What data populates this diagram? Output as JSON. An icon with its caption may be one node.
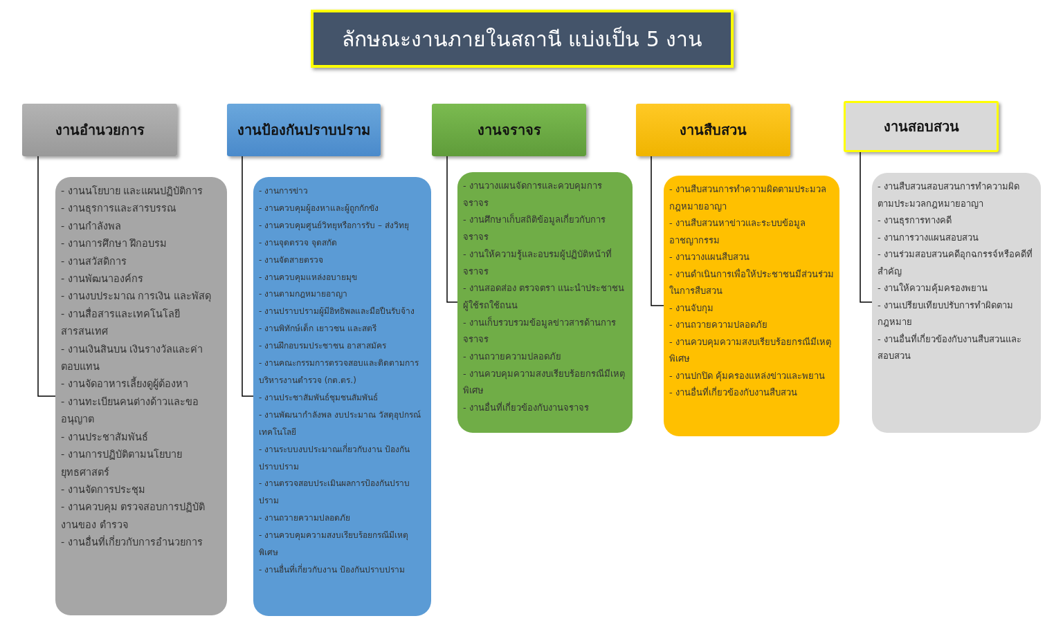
{
  "diagram": {
    "title": "ลักษณะงานภายในสถานี แบ่งเป็น 5 งาน",
    "nodes": [
      {
        "text": [
          "งานอำนวยการ"
        ]
      },
      {
        "text": [
          "งานป้องกันปราบปราม"
        ]
      },
      {
        "text": [
          "งานจราจร"
        ]
      },
      {
        "text": [
          "งานสืบสวน"
        ]
      },
      {
        "text": [
          "งานสอบสวน"
        ]
      },
      {
        "text": [
          "- งานนโยบาย และแผนปฏิบัติการ",
          "- งานธุรการและสารบรรณ",
          "- งานกำลังพล",
          "- งานการศึกษา ฝึกอบรม",
          "- งานสวัสดิการ",
          "- งานพัฒนาองค์กร",
          "- งานงบประมาณ การเงิน และพัสดุ",
          "- งานสื่อสารและเทคโนโลยีสารสนเทศ",
          "- งานเงินสินบน เงินรางวัลและค่าตอบแทน",
          "- งานจัดอาหารเลี้ยงดูผู้ต้องหา",
          "- งานทะเบียนคนต่างด้าวและขออนุญาต",
          "- งานประชาสัมพันธ์",
          "- งานการปฏิบัติตามนโยบายยุทธศาสตร์",
          "- งานจัดการประชุม",
          "- งานควบคุม ตรวจสอบการปฏิบัติงานของ ตำรวจ",
          "- งานอื่นที่เกี่ยวกับการอำนวยการ"
        ]
      },
      {
        "text": [
          "- งานการข่าว",
          "- งานควบคุมผู้องหาและผู้ถูกกักขัง",
          "- งานควบคุมศูนย์วิทยุหรือการรับ – ส่งวิทยุ",
          "- งานจุดตรวจ จุดสกัด",
          "- งานจัดสายตรวจ",
          "- งานควบคุมแหล่งอบายมุข",
          "- งานตามกฎหมายอาญา",
          "- งานปราบปรามผู้มีอิทธิพลและมือปืนรับจ้าง",
          "- งานพิทักษ์เด็ก เยาวชน และสตรี",
          "- งานฝึกอบรมประชาชน อาสาสมัคร",
          "- งานคณะกรรมการตรวจสอบและติดตามการบริหารงานตำรวจ (กต.ตร.)",
          "- งานประชาสัมพันธ์ชุมชนสัมพันธ์",
          "- งานพัฒนากำลังพล งบประมาณ วัสดุอุปกรณ์เทคโนโลยี",
          "- งานระบบงบประมาณเกี่ยวกับงาน ป้องกันปราบปราม",
          "- งานตรวจสอบประเมินผลการป้องกันปราบปราม",
          "- งานถวายความปลอดภัย",
          "- งานควบคุมความสงบเรียบร้อยกรณีมีเหตุพิเศษ",
          "- งานอื่นที่เกี่ยวกับงาน ป้องกันปราบปราม"
        ]
      },
      {
        "text": [
          "- งานวางแผนจัดการและควบคุมการจราจร",
          "- งานศึกษาเก็บสถิติข้อมูลเกี่ยวกับการจราจร",
          "- งานให้ความรู้และอบรมผู้ปฏิบัติหน้าที่จราจร",
          "- งานสอดส่อง ตรวจตรา แนะนำประชาชนผู้ใช้รถใช้ถนน",
          "- งานเก็บรวบรวมข้อมูลข่าวสารด้านการจราจร",
          "- งานถวายความปลอดภัย",
          "- งานควบคุมความสงบเรียบร้อยกรณีมีเหตุพิเศษ",
          "- งานอื่นที่เกี่ยวข้องกับงานจราจร"
        ]
      },
      {
        "text": [
          "- งานสืบสวนการทำความผิดตามประมวลกฎหมายอาญา",
          "- งานสืบสวนหาข่าวและระบบข้อมูลอาชญากรรม",
          "- งานวางแผนสืบสวน",
          "- งานดำเนินการเพื่อให้ประชาชนมีส่วนร่วมในการสืบสวน",
          "- งานจับกุม",
          "- งานถวายความปลอดภัย",
          "- งานควบคุมความสงบเรียบร้อยกรณีมีเหตุพิเศษ",
          "- งานปกปิด คุ้มครองแหล่งข่าวและพยาน",
          "- งานอื่นที่เกี่ยวข้องกับงานสืบสวน"
        ]
      },
      {
        "text": [
          "- งานสืบสวนสอบสวนการทำความผิดตามประมวลกฎหมายอาญา",
          "- งานธุรการทางคดี",
          "- งานการวางแผนสอบสวน",
          "- งานร่วมสอบสวนคดีอุกฉกรรจ์หรือคดีที่สำคัญ",
          "- งานให้ความคุ้มครองพยาน",
          "- งานเปรียบเทียบปรับการทำผิดตามกฎหมาย",
          "- งานอื่นที่เกี่ยวข้องกับงานสืบสวนและสอบสวน"
        ]
      }
    ],
    "edges": [
      {
        "from": 0,
        "to": 5,
        "arrow": "none"
      },
      {
        "from": 1,
        "to": 6,
        "arrow": "none"
      },
      {
        "from": 2,
        "to": 7,
        "arrow": "none"
      },
      {
        "from": 3,
        "to": 8,
        "arrow": "none"
      },
      {
        "from": 4,
        "to": 9,
        "arrow": "none"
      }
    ]
  }
}
